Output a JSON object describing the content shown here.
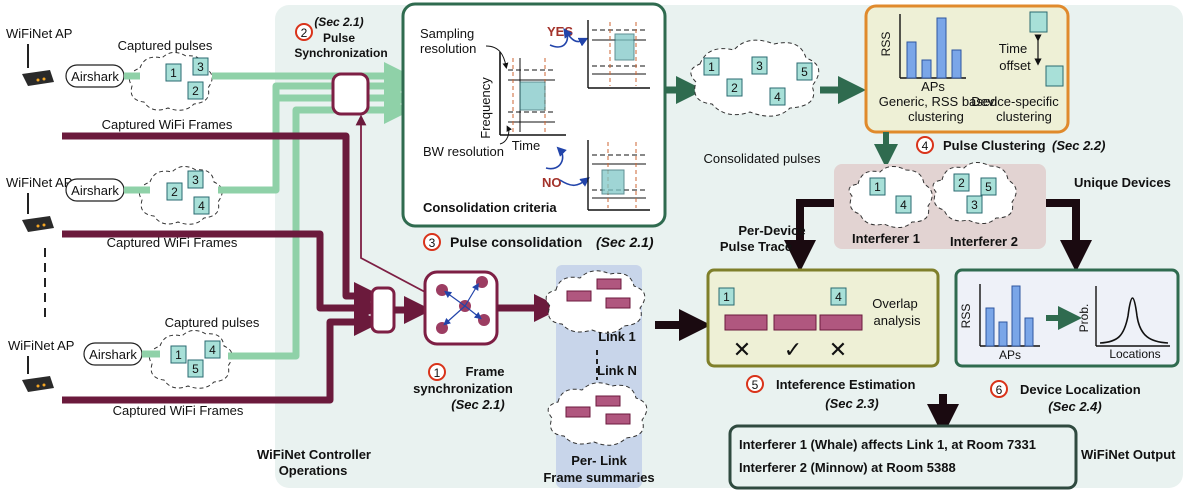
{
  "ap_label": "WiFiNet AP",
  "airshark_label": "Airshark",
  "captured_pulses": "Captured pulses",
  "captured_frames": "Captured WiFi Frames",
  "ap1_pulses": [
    "1",
    "3",
    "2"
  ],
  "ap2_pulses": [
    "2",
    "3",
    "4"
  ],
  "ap3_pulses": [
    "1",
    "4",
    "5"
  ],
  "pulse_sync": {
    "num": "2",
    "sec": "(Sec 2.1)",
    "line1": "Pulse",
    "line2": "Synchronization"
  },
  "consolidation": {
    "sampling_res_1": "Sampling",
    "sampling_res_2": "resolution",
    "yes": "YES",
    "no": "NO",
    "frequency": "Frequency",
    "time": "Time",
    "bw_res": "BW resolution",
    "criteria": "Consolidation criteria",
    "num": "3",
    "title": "Pulse consolidation",
    "sec": "(Sec 2.1)"
  },
  "consolidated_pulses": {
    "label": "Consolidated pulses",
    "ids": [
      "1",
      "3",
      "5",
      "2",
      "4"
    ]
  },
  "clustering": {
    "rss": "RSS",
    "aps": "APs",
    "generic_1": "Generic, RSS based",
    "generic_2": "clustering",
    "time_offset_1": "Time",
    "time_offset_2": "offset",
    "device_1": "Device-specific",
    "device_2": "clustering",
    "num": "4",
    "title": "Pulse Clustering",
    "sec": "(Sec 2.2)"
  },
  "unique_devices": {
    "label": "Unique Devices",
    "interferer1": "Interferer 1",
    "interferer2": "Interferer 2",
    "i1_ids": [
      "1",
      "4"
    ],
    "i2_ids": [
      "2",
      "5",
      "3"
    ]
  },
  "per_device_1": "Per-Device",
  "per_device_2": "Pulse Trace",
  "frame_sync": {
    "num": "1",
    "line1": "Frame",
    "line2": "synchronization",
    "sec": "(Sec 2.1)"
  },
  "links": {
    "link1": "Link 1",
    "linkN": "Link N",
    "sum1": "Per- Link",
    "sum2": "Frame summaries"
  },
  "overlap": {
    "label1": "Overlap",
    "label2": "analysis",
    "id1": "1",
    "id4": "4",
    "marks": [
      "✕",
      "✓",
      "✕"
    ]
  },
  "interference": {
    "num": "5",
    "title": "Inteference Estimation",
    "sec": "(Sec 2.3)"
  },
  "localization": {
    "rss": "RSS",
    "aps": "APs",
    "prob": "Prob.",
    "locations": "Locations",
    "num": "6",
    "title": "Device Localization",
    "sec": "(Sec 2.4)"
  },
  "controller_1": "WiFiNet Controller",
  "controller_2": "Operations",
  "output": {
    "line1": "Interferer 1 (Whale) affects Link 1, at Room 7331",
    "line2": "Interferer 2 (Minnow) at Room 5388",
    "label": "WiFiNet Output"
  },
  "colors": {
    "green_arrow": "#8fd1a8",
    "maroon": "#6b1a3c",
    "dark_green": "#2f6b4f",
    "orange": "#e08a2c",
    "olive": "#7f7f2a",
    "red_circle": "#d9331a",
    "pulse_fill": "#a8e0d8",
    "frame_fill": "#b0577f",
    "bg": "#e9f2f0"
  }
}
